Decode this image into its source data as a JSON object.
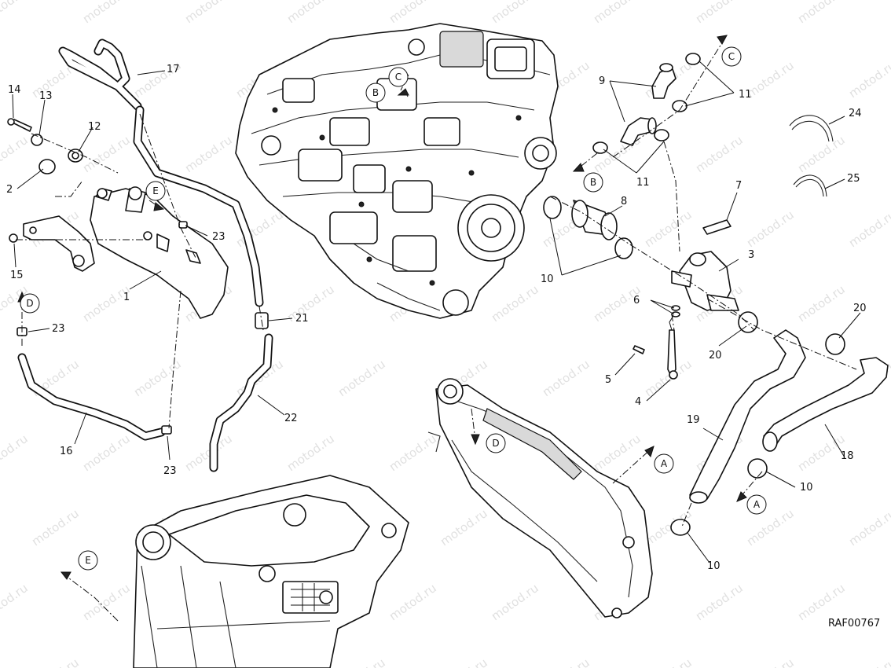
{
  "watermark": "motod.ru",
  "drawing_code": "RAF00767",
  "callouts": {
    "c1": "1",
    "c2": "2",
    "c3": "3",
    "c4": "4",
    "c5": "5",
    "c6": "6",
    "c7": "7",
    "c8": "8",
    "c9": "9",
    "c10a": "10",
    "c10b": "10",
    "c10c": "10",
    "c11a": "11",
    "c11b": "11",
    "c12": "12",
    "c13": "13",
    "c14": "14",
    "c15": "15",
    "c16": "16",
    "c17": "17",
    "c18": "18",
    "c19": "19",
    "c20a": "20",
    "c20b": "20",
    "c21": "21",
    "c22": "22",
    "c23a": "23",
    "c23b": "23",
    "c23c": "23",
    "c24": "24",
    "c25": "25"
  },
  "refs": {
    "A": "A",
    "B": "B",
    "C": "C",
    "D": "D",
    "E": "E"
  }
}
